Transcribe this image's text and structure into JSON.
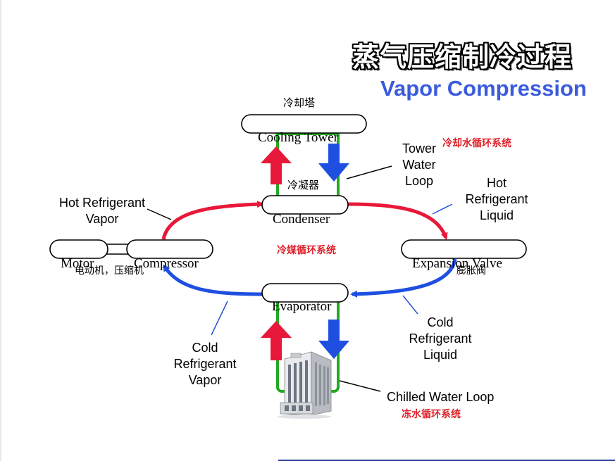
{
  "titles": {
    "chinese": "蒸气压缩制冷过程",
    "english": "Vapor Compression"
  },
  "components": {
    "cooling_tower": {
      "label": "Cooling Tower",
      "chinese": "冷却塔"
    },
    "condenser": {
      "label": "Condenser",
      "chinese": "冷凝器"
    },
    "expansion_valve": {
      "label": "Expansion Valve",
      "chinese": "膨胀阀"
    },
    "evaporator": {
      "label": "Evaporator"
    },
    "compressor": {
      "label": "Compressor",
      "chinese": "电动机，压缩机"
    },
    "motor": {
      "label": "Motor"
    }
  },
  "loops": {
    "tower_water_cn": "冷却水循环系统",
    "refrigerant_cn": "冷媒循环系统",
    "chilled_water_cn": "冻水循环系统"
  },
  "annotations": {
    "tower_water_loop": [
      "Tower",
      "Water",
      "Loop"
    ],
    "hot_refrigerant_vapor": [
      "Hot Refrigerant",
      "Vapor"
    ],
    "hot_refrigerant_liquid": [
      "Hot",
      "Refrigerant",
      "Liquid"
    ],
    "cold_refrigerant_liquid": [
      "Cold",
      "Refrigerant",
      "Liquid"
    ],
    "cold_refrigerant_vapor": [
      "Cold",
      "Refrigerant",
      "Vapor"
    ],
    "chilled_water_loop": "Chilled Water Loop"
  },
  "colors": {
    "hot": "#e8183a",
    "cold": "#1f4fe0",
    "water_pipe": "#22aa22",
    "title_blue": "#3a5bdc",
    "chinese_red": "#e0202a"
  },
  "icons": {
    "building": "office-building-icon"
  }
}
